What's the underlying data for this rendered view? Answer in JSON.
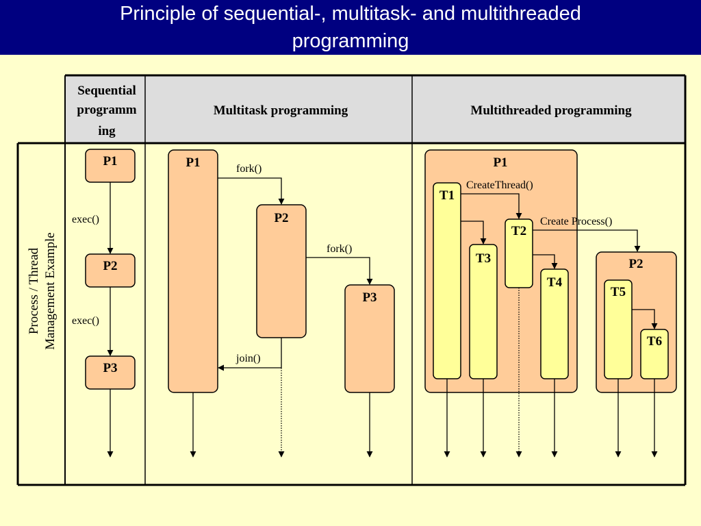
{
  "slide": {
    "title_line1": "Principle of sequential-, multitask- and multithreaded",
    "title_line2": "programming"
  },
  "table": {
    "row_label_line1": "Process / Thread",
    "row_label_line2": "Management Example",
    "headers": {
      "sequential": [
        "Sequential",
        "programm",
        "ing"
      ],
      "multitask": "Multitask programming",
      "multithreaded": "Multithreaded programming"
    }
  },
  "sequential": {
    "p1": "P1",
    "p2": "P2",
    "p3": "P3",
    "exec1": "exec()",
    "exec2": "exec()"
  },
  "multitask": {
    "p1": "P1",
    "p2": "P2",
    "p3": "P3",
    "fork1": "fork()",
    "fork2": "fork()",
    "join": "join()"
  },
  "multithreaded": {
    "p1": "P1",
    "p2": "P2",
    "t1": "T1",
    "t2": "T2",
    "t3": "T3",
    "t4": "T4",
    "t5": "T5",
    "t6": "T6",
    "create_thread": "CreateThread()",
    "create_process": "Create Process()"
  },
  "colors": {
    "background": "#ffffcc",
    "title_bar": "#000080",
    "header_fill": "#dddddd",
    "process_fill": "#ffcc99",
    "thread_fill": "#ffff99",
    "line": "#000000"
  }
}
